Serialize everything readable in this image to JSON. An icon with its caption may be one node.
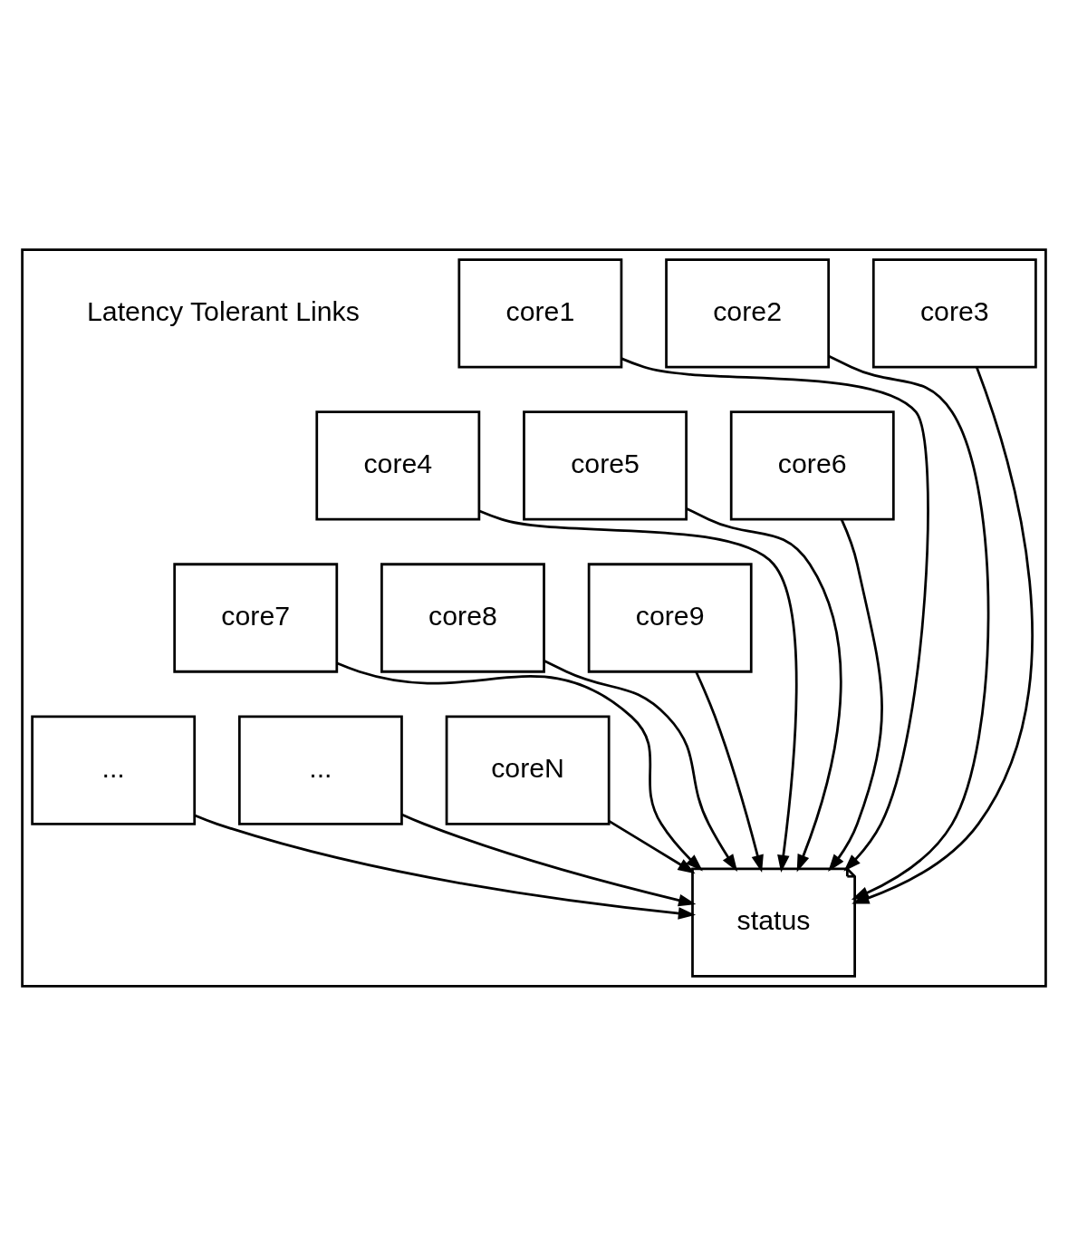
{
  "diagram": {
    "nodes": [
      {
        "text": [],
        "shape": "box"
      },
      {
        "text": [
          "core1"
        ],
        "in": 0
      },
      {
        "text": [
          "core2"
        ],
        "in": 0
      },
      {
        "text": [
          "core3"
        ],
        "in": 0
      },
      {
        "text": [
          "core4"
        ],
        "in": 0
      },
      {
        "text": [
          "core5"
        ],
        "in": 0
      },
      {
        "text": [
          "core6"
        ],
        "in": 0
      },
      {
        "text": [
          "core7"
        ],
        "in": 0
      },
      {
        "text": [
          "core8"
        ],
        "in": 0
      },
      {
        "text": [
          "core9"
        ],
        "in": 0
      },
      {
        "text": [
          "..."
        ],
        "in": 0
      },
      {
        "text": [
          "..."
        ],
        "in": 0
      },
      {
        "text": [
          "coreN"
        ],
        "in": 0
      },
      {
        "text": [
          "status"
        ],
        "in": 0
      }
    ],
    "edges": [
      {
        "from": 1,
        "to": 13,
        "arrow": "to"
      },
      {
        "from": 4,
        "to": 13,
        "arrow": "to"
      },
      {
        "from": 7,
        "to": 13,
        "arrow": "to"
      },
      {
        "from": 10,
        "to": 13,
        "arrow": "to"
      },
      {
        "from": 2,
        "to": 13,
        "arrow": "to"
      },
      {
        "from": 5,
        "to": 13,
        "arrow": "to"
      },
      {
        "from": 8,
        "to": 13,
        "arrow": "to"
      },
      {
        "from": 11,
        "to": 13,
        "arrow": "to"
      },
      {
        "from": 3,
        "to": 13,
        "arrow": "to"
      },
      {
        "from": 6,
        "to": 13,
        "arrow": "to"
      },
      {
        "from": 9,
        "to": 13,
        "arrow": "to"
      },
      {
        "from": 12,
        "to": 13,
        "arrow": "to"
      }
    ],
    "labels": [
      "Latency Tolerant Links"
    ]
  }
}
